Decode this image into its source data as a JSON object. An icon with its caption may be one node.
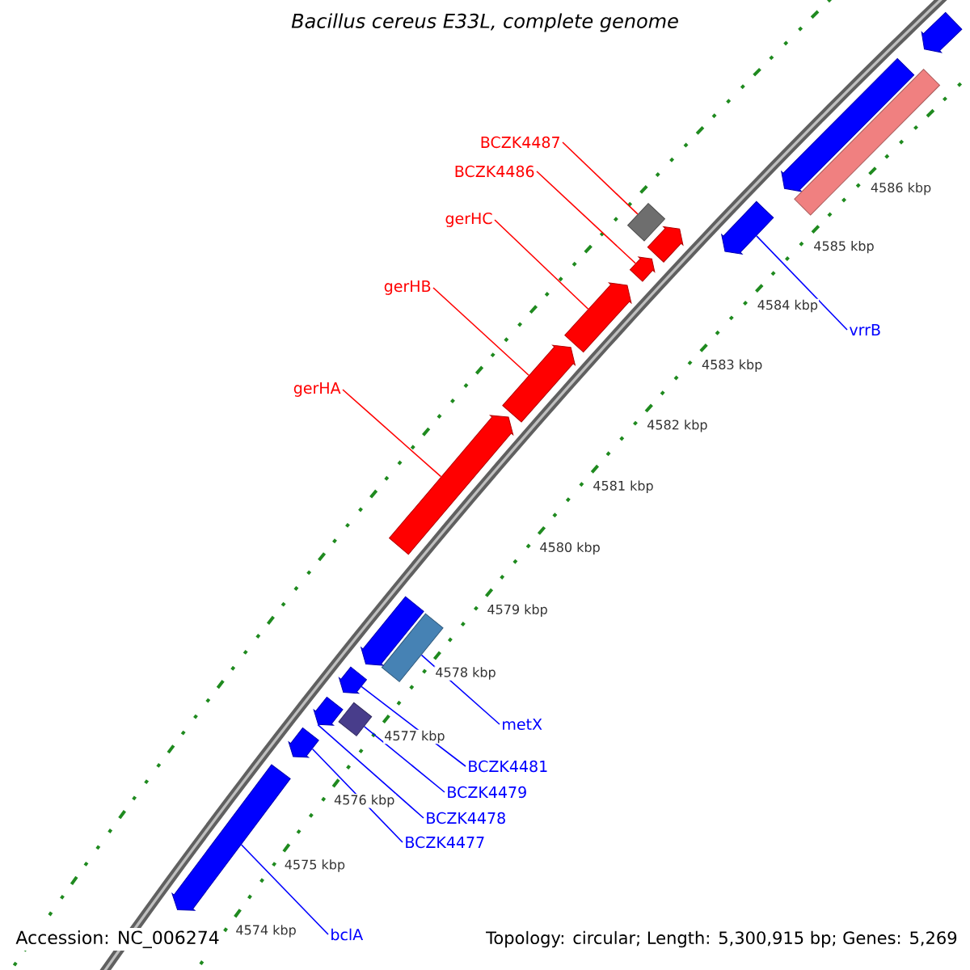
{
  "diagram": {
    "title": "Bacillus cereus E33L, complete genome",
    "nodes": [
      {
        "text": [],
        "shape": "arrow"
      },
      {
        "text": [],
        "shape": "arrow"
      },
      {
        "text": [],
        "shape": "bar"
      },
      {
        "text": [],
        "shape": "box"
      },
      {
        "text": [],
        "shape": "arrow"
      },
      {
        "text": [],
        "shape": "arrow"
      },
      {
        "text": [],
        "shape": "arrow"
      },
      {
        "text": [],
        "shape": "arrow"
      },
      {
        "text": [],
        "shape": "arrow"
      },
      {
        "text": [],
        "shape": "arrow"
      },
      {
        "text": [],
        "shape": "bar"
      },
      {
        "text": [],
        "shape": "arrow"
      },
      {
        "text": [],
        "shape": "arrow"
      },
      {
        "text": [],
        "shape": "diamond"
      },
      {
        "text": [],
        "shape": "arrow"
      },
      {
        "text": [],
        "shape": "arrow"
      },
      {
        "text": [],
        "shape": "arrow"
      },
      {
        "text": [
          "BCZK4487"
        ]
      },
      {
        "text": [
          "BCZK4486"
        ]
      },
      {
        "text": [
          "gerHC"
        ]
      },
      {
        "text": [
          "gerHB"
        ]
      },
      {
        "text": [
          "gerHA"
        ]
      },
      {
        "text": [
          "vrrB"
        ]
      },
      {
        "text": [
          "metX"
        ]
      },
      {
        "text": [
          "BCZK4481"
        ]
      },
      {
        "text": [
          "BCZK4479"
        ]
      },
      {
        "text": [
          "BCZK4478"
        ]
      },
      {
        "text": [
          "BCZK4477"
        ]
      },
      {
        "text": [
          "bclA"
        ]
      }
    ],
    "edges": [
      {
        "from": 17,
        "to": 3,
        "arrow": "none",
        "color": "#ff0000"
      },
      {
        "from": 18,
        "to": 5,
        "arrow": "none",
        "color": "#ff0000"
      },
      {
        "from": 19,
        "to": 7,
        "arrow": "none",
        "color": "#ff0000"
      },
      {
        "from": 20,
        "to": 8,
        "arrow": "none",
        "color": "#ff0000"
      },
      {
        "from": 21,
        "to": 9,
        "arrow": "none",
        "color": "#ff0000"
      },
      {
        "from": 22,
        "to": 6,
        "arrow": "none"
      },
      {
        "from": 23,
        "to": 10,
        "arrow": "none"
      },
      {
        "from": 24,
        "to": 12,
        "arrow": "none"
      },
      {
        "from": 25,
        "to": 13,
        "arrow": "none"
      },
      {
        "from": 26,
        "to": 14,
        "arrow": "none"
      },
      {
        "from": 27,
        "to": 15,
        "arrow": "none"
      },
      {
        "from": 28,
        "to": 16,
        "arrow": "none"
      }
    ],
    "labels": [
      "4586 kbp",
      "4585 kbp",
      "4584 kbp",
      "4583 kbp",
      "4582 kbp",
      "4581 kbp",
      "4580 kbp",
      "4579 kbp",
      "4578 kbp",
      "4577 kbp",
      "4576 kbp",
      "4575 kbp",
      "4574 kbp",
      "Accession: NC_006274",
      "Topology: circular; Length: 5,300,915 bp; Genes: 5,269"
    ]
  }
}
